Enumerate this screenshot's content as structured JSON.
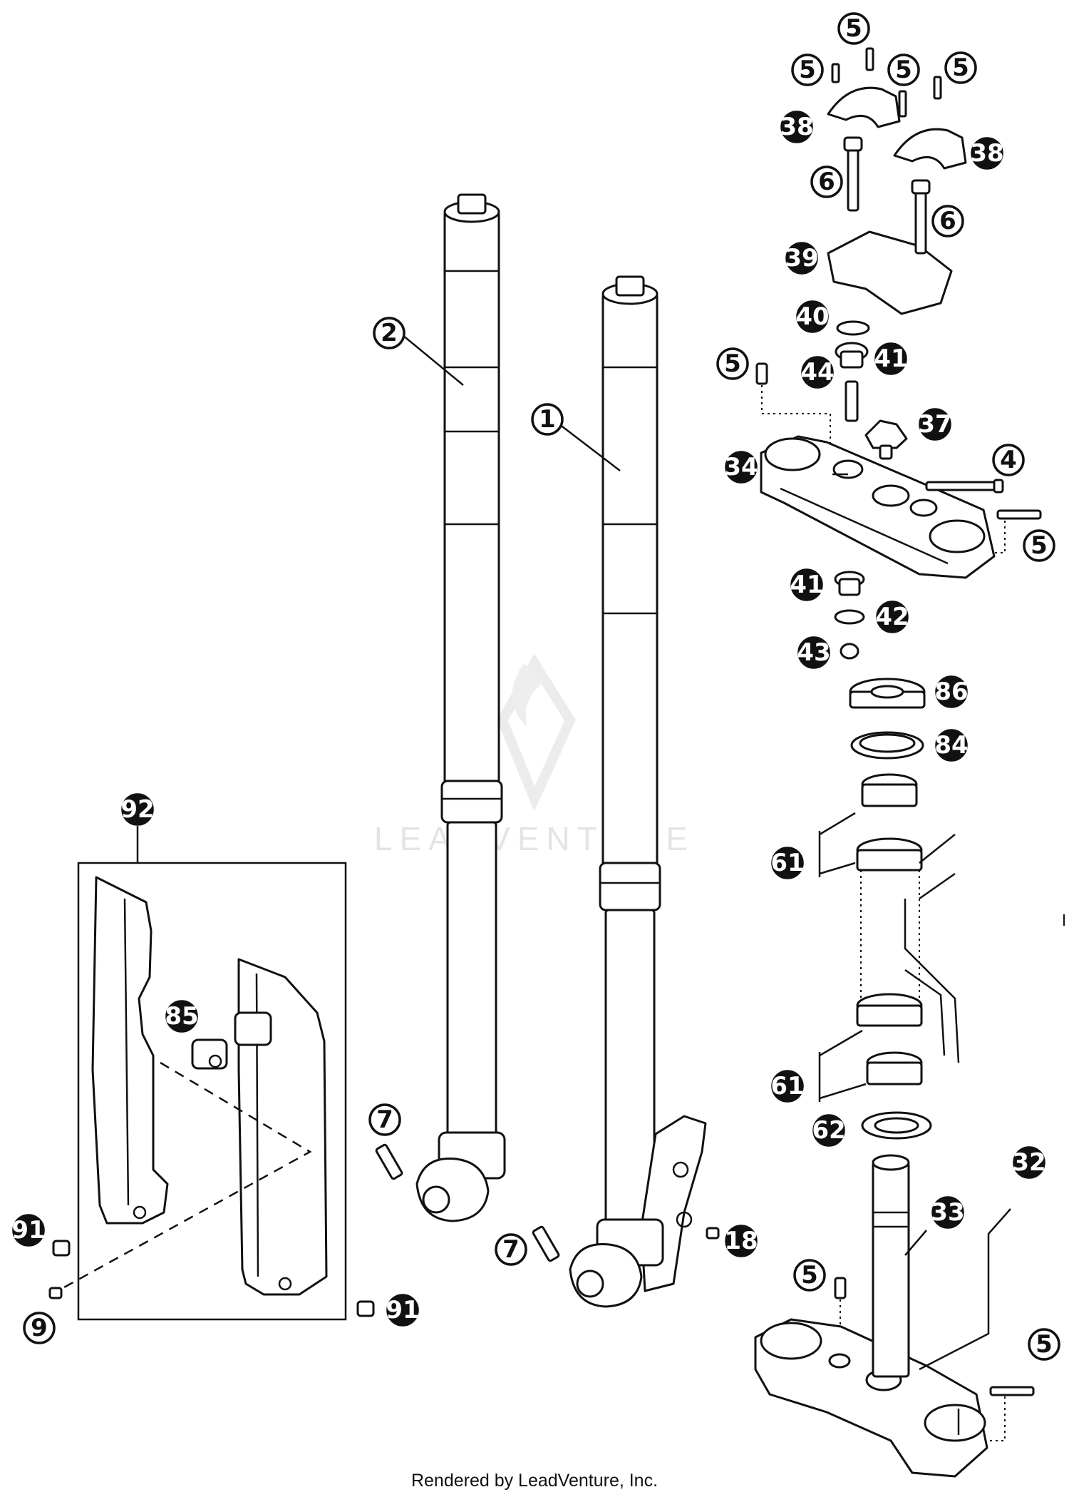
{
  "diagram": {
    "callouts": [
      {
        "id": "c1",
        "label": "1",
        "filled": false
      },
      {
        "id": "c2",
        "label": "2",
        "filled": false
      },
      {
        "id": "c4",
        "label": "4",
        "filled": false
      },
      {
        "id": "c5a",
        "label": "5",
        "filled": false
      },
      {
        "id": "c5b",
        "label": "5",
        "filled": false
      },
      {
        "id": "c5c",
        "label": "5",
        "filled": false
      },
      {
        "id": "c5d",
        "label": "5",
        "filled": false
      },
      {
        "id": "c5e",
        "label": "5",
        "filled": false
      },
      {
        "id": "c5f",
        "label": "5",
        "filled": false
      },
      {
        "id": "c5g",
        "label": "5",
        "filled": false
      },
      {
        "id": "c5h",
        "label": "5",
        "filled": false
      },
      {
        "id": "c6a",
        "label": "6",
        "filled": false
      },
      {
        "id": "c6b",
        "label": "6",
        "filled": false
      },
      {
        "id": "c7a",
        "label": "7",
        "filled": false
      },
      {
        "id": "c7b",
        "label": "7",
        "filled": false
      },
      {
        "id": "c9",
        "label": "9",
        "filled": false
      },
      {
        "id": "c18",
        "label": "18",
        "filled": true
      },
      {
        "id": "c32",
        "label": "32",
        "filled": true
      },
      {
        "id": "c33",
        "label": "33",
        "filled": true
      },
      {
        "id": "c34",
        "label": "34",
        "filled": true
      },
      {
        "id": "c37",
        "label": "37",
        "filled": true
      },
      {
        "id": "c38a",
        "label": "38",
        "filled": true
      },
      {
        "id": "c38b",
        "label": "38",
        "filled": true
      },
      {
        "id": "c39",
        "label": "39",
        "filled": true
      },
      {
        "id": "c40",
        "label": "40",
        "filled": true
      },
      {
        "id": "c41a",
        "label": "41",
        "filled": true
      },
      {
        "id": "c41b",
        "label": "41",
        "filled": true
      },
      {
        "id": "c42",
        "label": "42",
        "filled": true
      },
      {
        "id": "c43",
        "label": "43",
        "filled": true
      },
      {
        "id": "c44",
        "label": "44",
        "filled": true
      },
      {
        "id": "c61a",
        "label": "61",
        "filled": true
      },
      {
        "id": "c61b",
        "label": "61",
        "filled": true
      },
      {
        "id": "c62",
        "label": "62",
        "filled": true
      },
      {
        "id": "c84",
        "label": "84",
        "filled": true
      },
      {
        "id": "c85",
        "label": "85",
        "filled": true
      },
      {
        "id": "c86",
        "label": "86",
        "filled": true
      },
      {
        "id": "c91a",
        "label": "91",
        "filled": true
      },
      {
        "id": "c91b",
        "label": "91",
        "filled": true
      },
      {
        "id": "c92",
        "label": "92",
        "filled": true
      }
    ],
    "watermark": "LEADVENTURE",
    "credit": "Rendered by LeadVenture, Inc."
  }
}
